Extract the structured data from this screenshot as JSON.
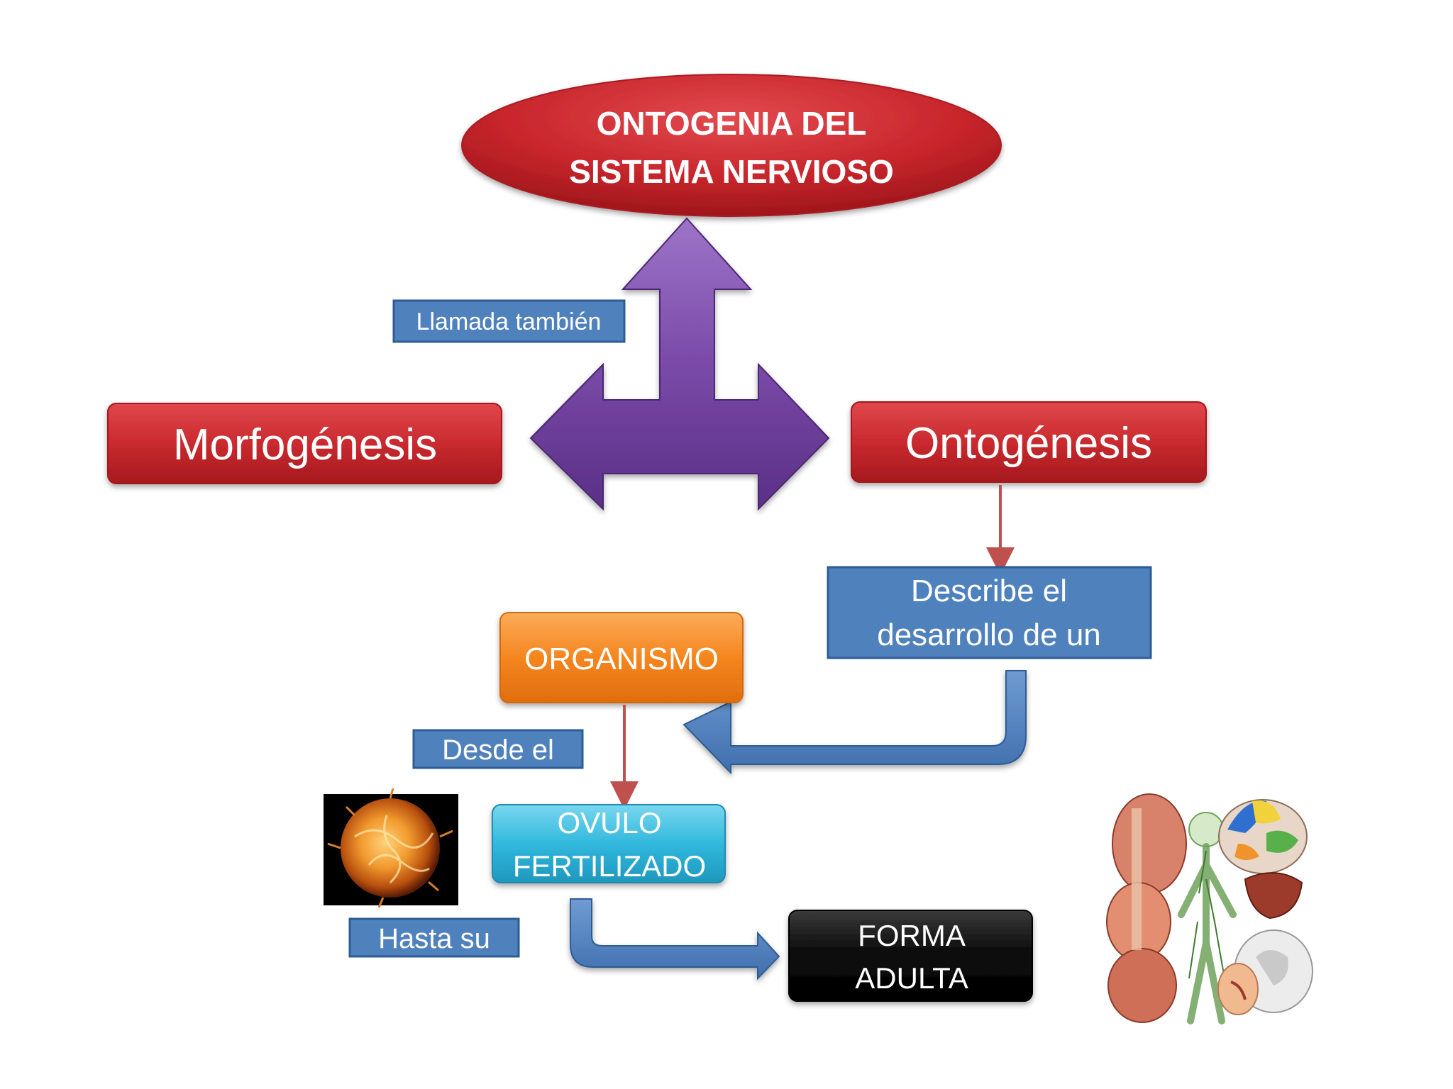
{
  "title": {
    "line1": "ONTOGENIA DEL",
    "line2": "SISTEMA NERVIOSO"
  },
  "left_node": "Morfogénesis",
  "right_node": "Ontogénesis",
  "connector_label": "Llamada también",
  "describe_box": {
    "line1": "Describe el",
    "line2": "desarrollo de un"
  },
  "organism_node": "ORGANISMO",
  "from_label": "Desde el",
  "ovule_node": {
    "line1": "OVULO",
    "line2": "FERTILIZADO"
  },
  "until_label": "Hasta su",
  "adult_node": {
    "line1": "FORMA",
    "line2": "ADULTA"
  },
  "colors": {
    "red_node": "#c0282c",
    "purple_arrow": "#7b4fa8",
    "blue_box": "#4f81bd",
    "orange_node": "#f58220",
    "cyan_node": "#2cb6d8",
    "black_node": "#0d0d0d",
    "connector_red": "#c0504d"
  }
}
